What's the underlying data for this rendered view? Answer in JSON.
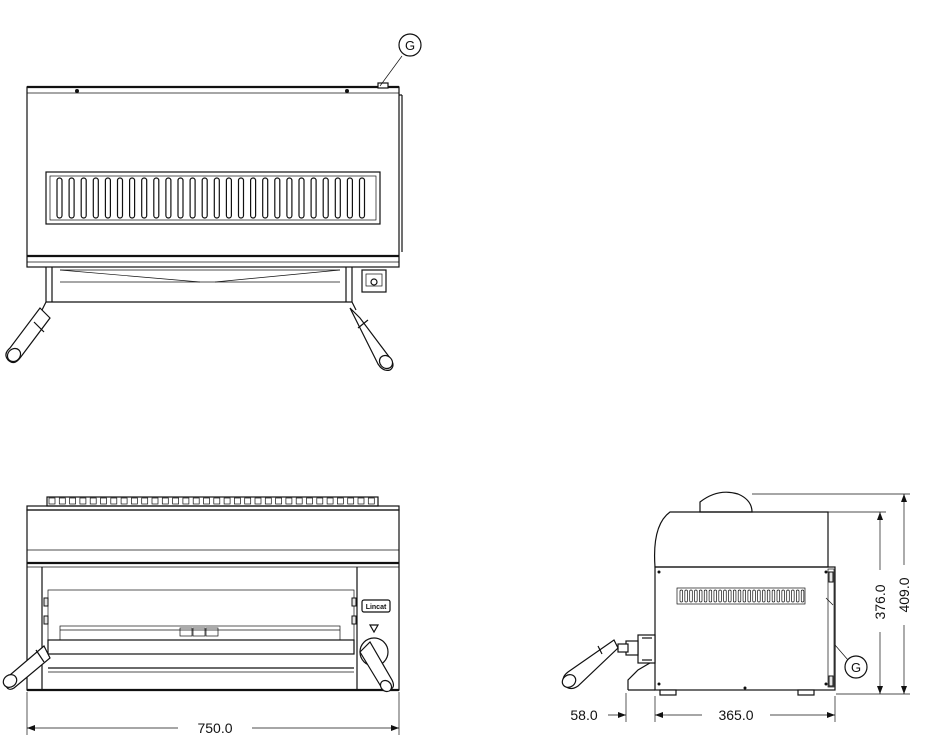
{
  "callouts": {
    "top_view": "G",
    "side_view": "G"
  },
  "dimensions": {
    "front_width": "750.0",
    "side_offset": "58.0",
    "side_depth": "365.0",
    "side_height_inner": "376.0",
    "side_height_outer": "409.0"
  },
  "badge": {
    "brand": "Lincat"
  }
}
